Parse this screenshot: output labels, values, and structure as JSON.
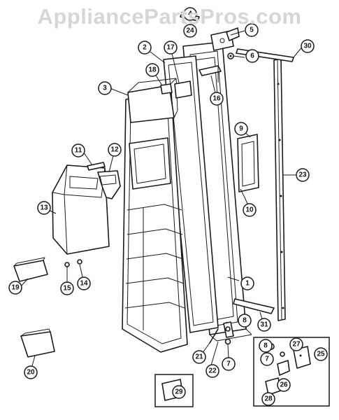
{
  "watermark": "AppliancePartsPros.com",
  "callouts": [
    {
      "id": "c1",
      "label": "1"
    },
    {
      "id": "c2",
      "label": "2"
    },
    {
      "id": "c3",
      "label": "3"
    },
    {
      "id": "c4",
      "label": "4"
    },
    {
      "id": "c5",
      "label": "5"
    },
    {
      "id": "c6",
      "label": "6"
    },
    {
      "id": "c7",
      "label": "7"
    },
    {
      "id": "c7b",
      "label": "7"
    },
    {
      "id": "c8",
      "label": "8"
    },
    {
      "id": "c8b",
      "label": "8"
    },
    {
      "id": "c9",
      "label": "9"
    },
    {
      "id": "c10",
      "label": "10"
    },
    {
      "id": "c11",
      "label": "11"
    },
    {
      "id": "c12",
      "label": "12"
    },
    {
      "id": "c13",
      "label": "13"
    },
    {
      "id": "c14",
      "label": "14"
    },
    {
      "id": "c15",
      "label": "15"
    },
    {
      "id": "c16",
      "label": "16"
    },
    {
      "id": "c17",
      "label": "17"
    },
    {
      "id": "c18",
      "label": "18"
    },
    {
      "id": "c19",
      "label": "19"
    },
    {
      "id": "c20",
      "label": "20"
    },
    {
      "id": "c21",
      "label": "21"
    },
    {
      "id": "c22",
      "label": "22"
    },
    {
      "id": "c23",
      "label": "23"
    },
    {
      "id": "c24",
      "label": "24"
    },
    {
      "id": "c25",
      "label": "25"
    },
    {
      "id": "c26",
      "label": "26"
    },
    {
      "id": "c27",
      "label": "27"
    },
    {
      "id": "c28",
      "label": "28"
    },
    {
      "id": "c29",
      "label": "29"
    },
    {
      "id": "c30",
      "label": "30"
    },
    {
      "id": "c31",
      "label": "31"
    }
  ]
}
